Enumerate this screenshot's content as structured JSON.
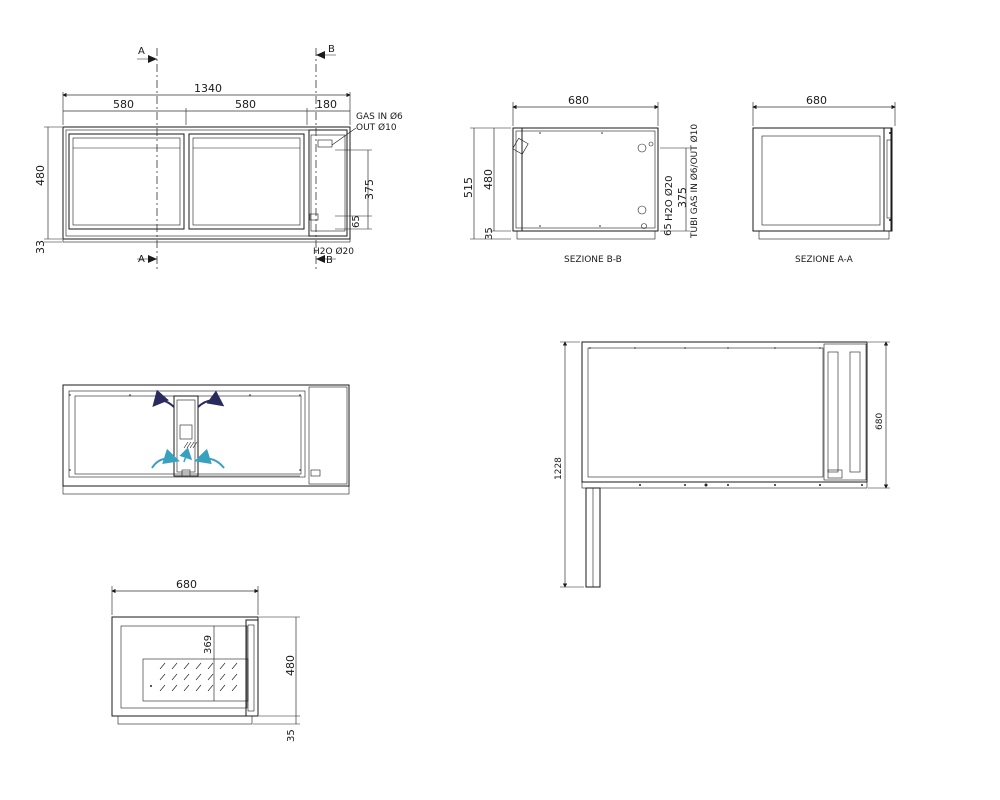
{
  "front": {
    "section_a": "A",
    "section_b": "B",
    "dim_total": "1340",
    "dim_left": "580",
    "dim_mid": "580",
    "dim_right": "180",
    "dim_height": "480",
    "dim_base": "33",
    "dim_375": "375",
    "dim_65": "65",
    "gas_label": "GAS IN Ø6",
    "gas_label2": "OUT Ø10",
    "h2o_label": "H2O Ø20"
  },
  "section_bb": {
    "title": "SEZIONE B-B",
    "dim_width": "680",
    "dim_515": "515",
    "dim_480": "480",
    "dim_35": "35",
    "dim_375": "375",
    "dim_65": "65",
    "h2o": "H2O Ø20",
    "tubi": "TUBI GAS IN Ø6/OUT Ø10"
  },
  "section_aa": {
    "title": "SEZIONE A-A",
    "dim_width": "680"
  },
  "top_view": {
    "dim_length": "1228",
    "dim_depth": "680"
  },
  "side_view": {
    "dim_width": "680",
    "dim_369": "369",
    "dim_480": "480",
    "dim_35": "35"
  },
  "colors": {
    "arrow_out": "#2a2a5e",
    "arrow_in": "#3aa0c0"
  }
}
